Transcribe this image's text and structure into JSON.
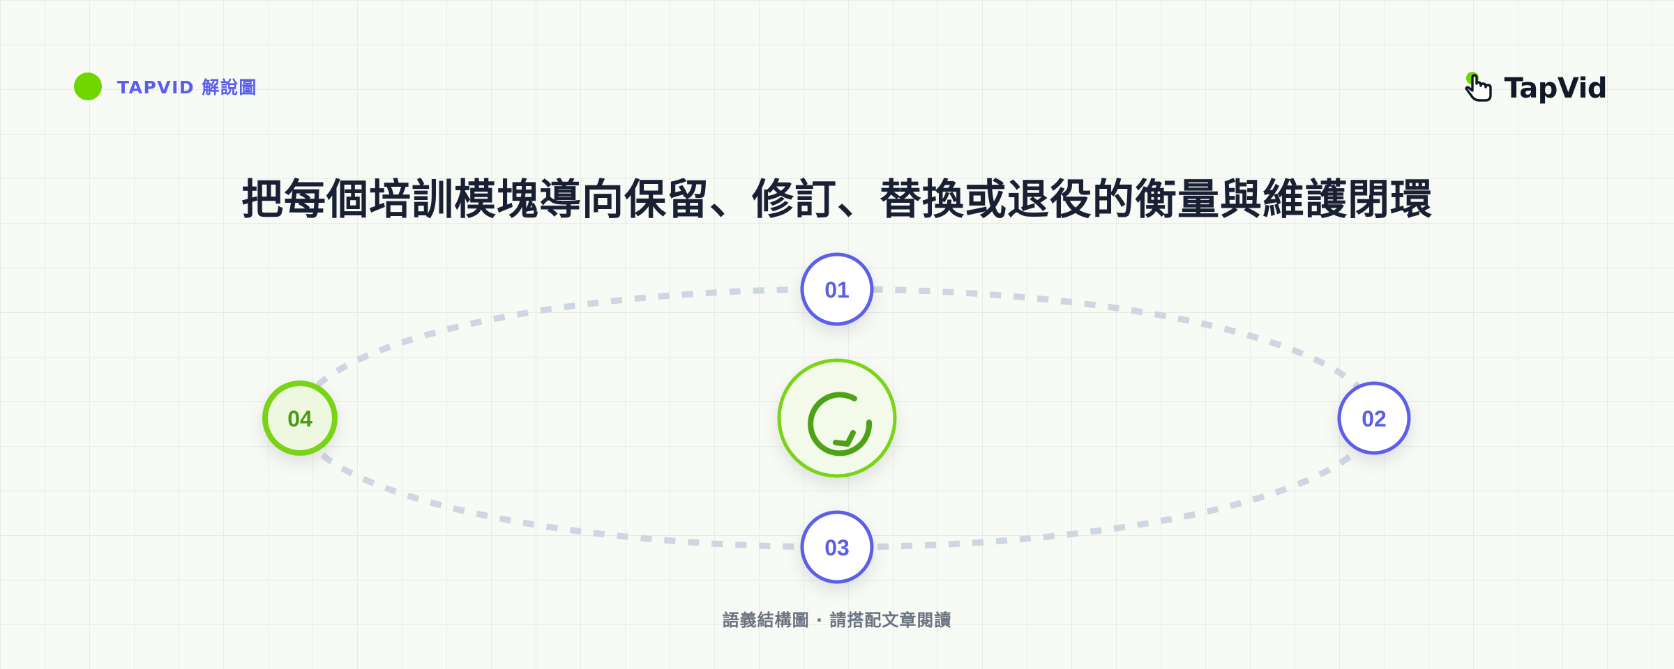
{
  "header": {
    "tag_label": "TAPVID 解說圖",
    "logo_text": "TapVid"
  },
  "title": "把每個培訓模塊導向保留、修訂、替換或退役的衡量與維護閉環",
  "diagram": {
    "nodes": [
      {
        "label": "01"
      },
      {
        "label": "02"
      },
      {
        "label": "03"
      },
      {
        "label": "04"
      }
    ],
    "center_icon": "refresh-cycle-icon",
    "colors": {
      "accent": "#5b5ee8",
      "active": "#7ad319",
      "active_text": "#4a9a12",
      "orbit": "#cfd6e2"
    }
  },
  "footer": {
    "note": "語義結構圖 · 請搭配文章閱讀"
  }
}
